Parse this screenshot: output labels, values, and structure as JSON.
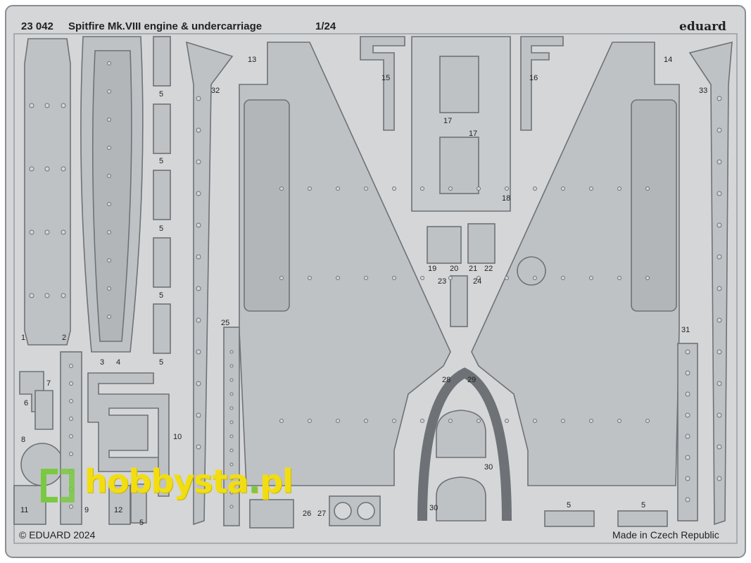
{
  "header": {
    "set_number": "23 042",
    "title": "Spitfire Mk.VIII engine & undercarriage",
    "scale": "1/24",
    "brand": "eduard"
  },
  "footer": {
    "copyright": "© EDUARD 2024",
    "origin": "Made in Czech Republic"
  },
  "watermark": {
    "text": "hobbysta",
    "dot": ".",
    "suffix": "pl"
  },
  "part_labels": {
    "p1": "1",
    "p2": "2",
    "p3": "3",
    "p4": "4",
    "p5a": "5",
    "p5b": "5",
    "p5c": "5",
    "p5d": "5",
    "p5e": "5",
    "p5f": "5",
    "p5g": "5",
    "p5h": "5",
    "p6": "6",
    "p7": "7",
    "p8": "8",
    "p9": "9",
    "p10": "10",
    "p11": "11",
    "p12": "12",
    "p13": "13",
    "p14": "14",
    "p15": "15",
    "p16": "16",
    "p17a": "17",
    "p17b": "17",
    "p18": "18",
    "p19": "19",
    "p20": "20",
    "p21": "21",
    "p22": "22",
    "p23": "23",
    "p24": "24",
    "p25": "25",
    "p26": "26",
    "p27": "27",
    "p28": "28",
    "p29": "29",
    "p30a": "30",
    "p30b": "30",
    "p31": "31",
    "p32": "32",
    "p33": "33"
  },
  "colors": {
    "fret": "#d4d6d8",
    "part": "#bfc2c5",
    "edge": "#6e7276",
    "watermark_yellow": "#f2de10",
    "watermark_green": "#7ac943"
  }
}
